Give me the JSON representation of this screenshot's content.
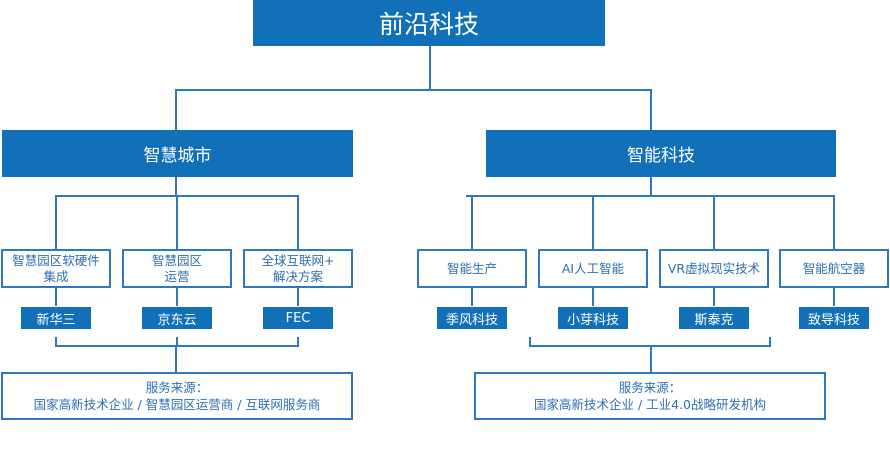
{
  "root": "前沿科技",
  "branches": [
    {
      "title": "智慧城市",
      "children": [
        {
          "label": "智慧园区软硬件\n集成",
          "company": "新华三"
        },
        {
          "label": "智慧园区\n运营",
          "company": "京东云"
        },
        {
          "label": "全球互联网+\n解决方案",
          "company": "FEC"
        }
      ],
      "service_title": "服务来源：",
      "service_text": "国家高新技术企业 / 智慧园区运营商 / 互联网服务商"
    },
    {
      "title": "智能科技",
      "children": [
        {
          "label": "智能生产",
          "company": "季风科技"
        },
        {
          "label": "AI人工智能",
          "company": "小芽科技"
        },
        {
          "label": "VR虚拟现实技术",
          "company": "斯泰克"
        },
        {
          "label": "智能航空器",
          "company": "致导科技"
        }
      ],
      "service_title": "服务来源：",
      "service_text": "国家高新技术企业 / 工业4.0战略研发机构"
    }
  ]
}
